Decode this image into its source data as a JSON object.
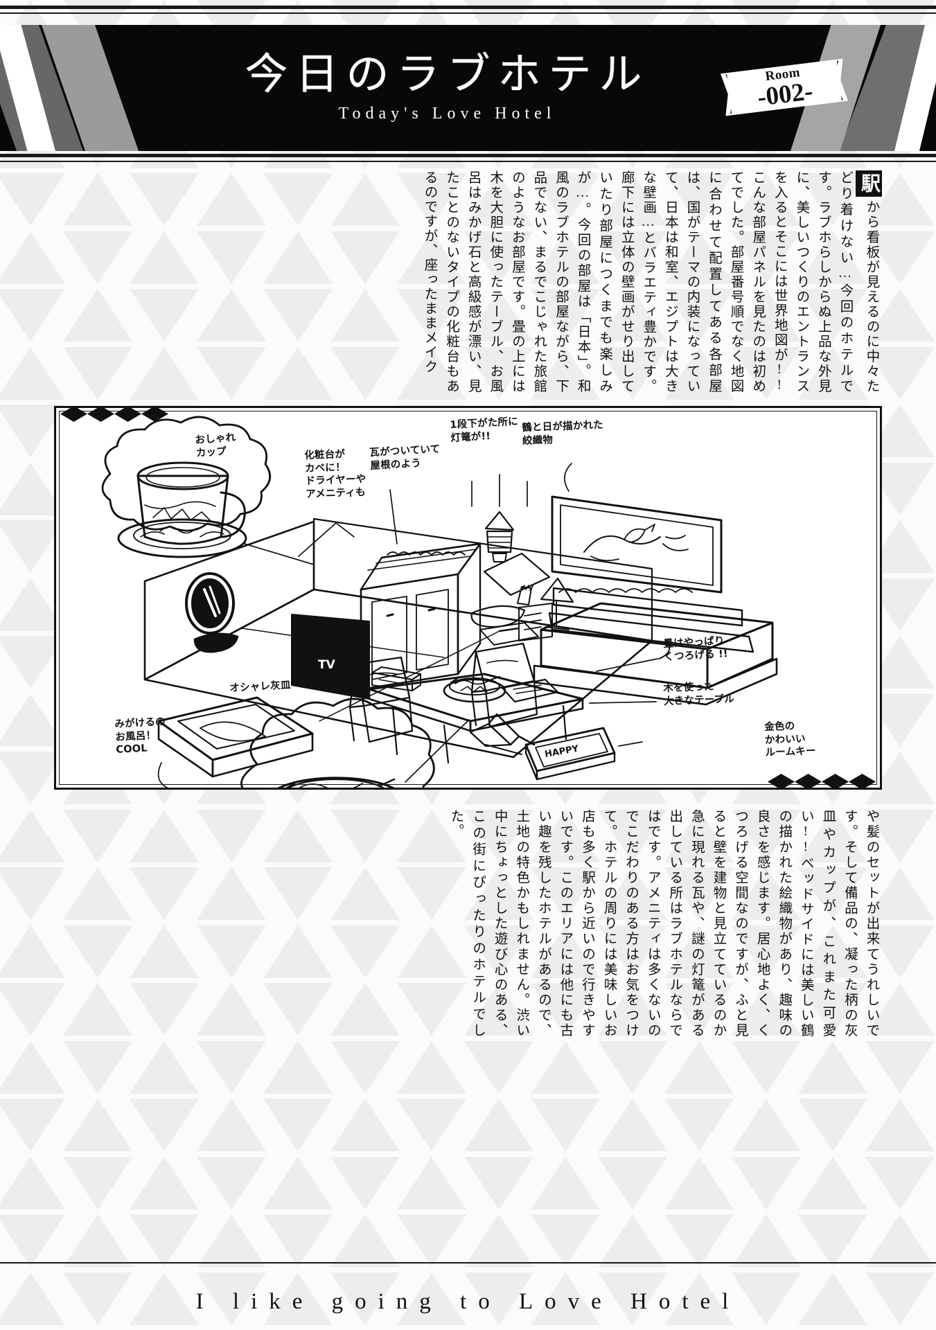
{
  "header": {
    "title_jp": "今日のラブホテル",
    "title_en": "Today's Love Hotel",
    "badge_word": "Room",
    "badge_number": "-002-"
  },
  "article": {
    "dropcap": "駅",
    "top_text": "から看板が見えるのに中々たどり着けない…今回のホテルです。ラブホらしからぬ上品な外見に、美しいつくりのエントランスを入るとそこには世界地図が!!こんな部屋パネルを見たのは初めてでした。部屋番号順でなく地図に合わせて配置してある各部屋は、国がテーマの内装になっていて、日本は和室、エジプトは大きな壁画…とバラエティ豊かです。廊下には立体の壁画がせり出していたり部屋につくまでも楽しみが…。今回の部屋は「日本」。和風のラブホテルの部屋ながら、下品でない、まるでこじゃれた旅館のようなお部屋です。畳の上には木を大胆に使ったテーブル、お風呂はみかげ石と高級感が漂い、見たことのないタイプの化粧台もあるのですが、座ったままメイク",
    "bottom_text": "や髪のセットが出来てうれしいです。そして備品の、凝った柄の灰皿やカップが、これまた可愛い!!ベッドサイドには美しい鶴の描かれた絵織物があり、趣味の良さを感じます。居心地よく、くつろげる空間なのですが、ふと見ると壁を建物と見立てているのか急に現れる瓦や、謎の灯篭がある出している所はラブホテルならではです。アメニティは多くないのでこだわりのある方はお気をつけて。ホテルの周りには美味しいお店も多く駅から近いので行きやすいです。このエリアには他にも古い趣を残したホテルがあるので、土地の特色かもしれません。渋い中にちょっとした遊び心のある、この街にぴったりのホテルでした。"
  },
  "illustration": {
    "tv_label": "TV",
    "key_label": "HAPPY",
    "annotations": [
      {
        "id": "cup",
        "text": "おしゃれ\nカップ"
      },
      {
        "id": "vanity",
        "text": "化粧台が\nカベに！\nドライヤーや\nアメニティも"
      },
      {
        "id": "roof",
        "text": "瓦がついていて\n屋根のよう"
      },
      {
        "id": "lantern",
        "text": "1段下がた所に\n灯篭が!!"
      },
      {
        "id": "textile",
        "text": "鶴と日が描かれた\n絞織物"
      },
      {
        "id": "tatami",
        "text": "畳はやっぱり\nくつろげる !!"
      },
      {
        "id": "table",
        "text": "木を使った\n大きなテーブル"
      },
      {
        "id": "key",
        "text": "金色の\nかわいい\nルームキー"
      },
      {
        "id": "bath",
        "text": "みがけるの\nお風呂！\nCOOL"
      },
      {
        "id": "ashtray",
        "text": "オシャレ灰皿"
      }
    ]
  },
  "footer": {
    "tagline": "I like going to Love Hotel"
  },
  "colors": {
    "ink": "#111111",
    "header_bg": "#080808",
    "paper": "#fbfbfb",
    "watermark": "#ededed"
  }
}
